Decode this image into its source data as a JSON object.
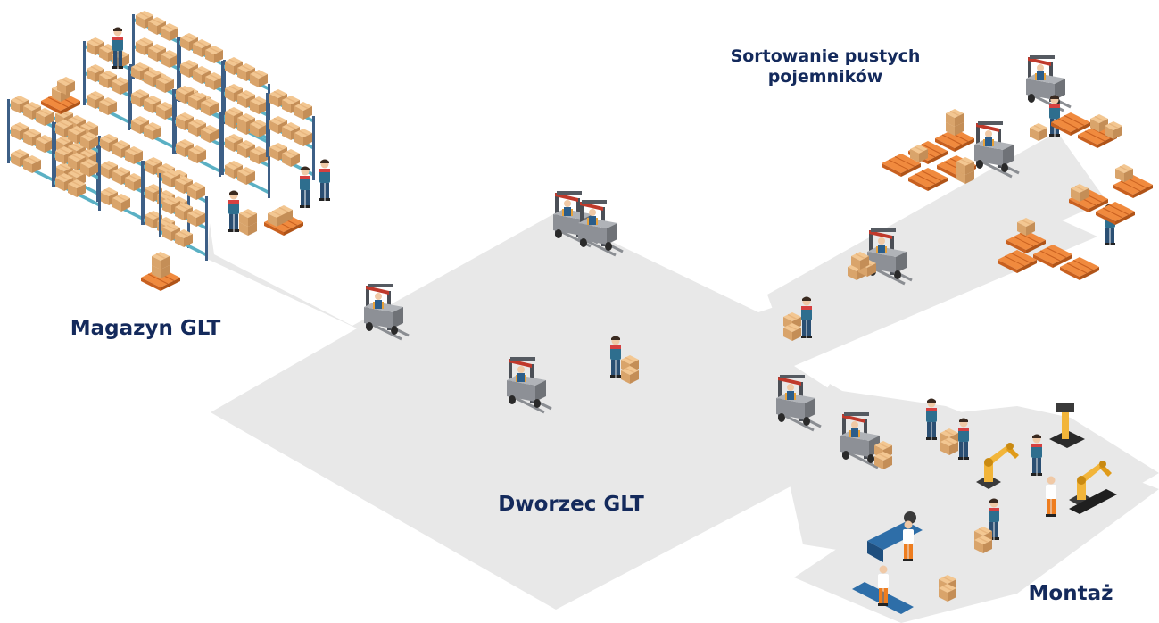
{
  "labels": {
    "magazyn": "Magazyn GLT",
    "dworzec": "Dworzec GLT",
    "sortowanie_line1": "Sortowanie pustych",
    "sortowanie_line2": "pojemników",
    "montaz": "Montaż"
  },
  "colors": {
    "floor": "#e8e8e8",
    "text": "#142a5c",
    "rack": "#3d5f86",
    "shelf": "#5ab0c4",
    "box": "#e3b07a",
    "pallet": "#e07a2e",
    "forklift": "#8a8d92",
    "robot": "#f2b53a"
  },
  "icons": [
    "shelf-rack-icon",
    "forklift-icon",
    "worker-icon",
    "pallet-icon",
    "box-stack-icon",
    "robot-arm-icon",
    "drill-press-icon",
    "lathe-icon",
    "conveyor-icon"
  ]
}
